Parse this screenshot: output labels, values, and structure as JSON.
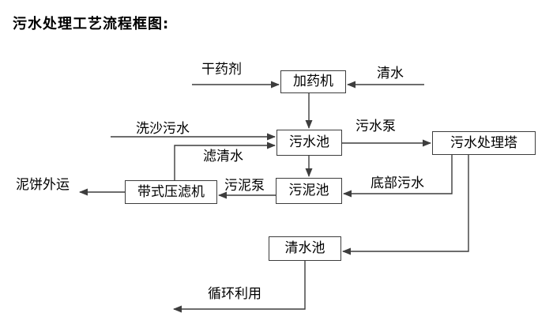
{
  "title": "污水处理工艺流程框图:",
  "diagram": {
    "nodes": {
      "dosing_machine": "加药机",
      "sewage_pool": "污水池",
      "treatment_tower": "污水处理塔",
      "belt_filter_press": "带式压滤机",
      "sludge_pool": "污泥池",
      "clean_water_pool": "清水池"
    },
    "labels": {
      "dry_chemical": "干药剂",
      "clean_water": "清水",
      "sand_washing_sewage": "洗沙污水",
      "sewage_pump": "污水泵",
      "filtered_water": "滤清水",
      "mud_cake_out": "泥饼外运",
      "sludge_pump": "污泥泵",
      "bottom_sewage": "底部污水",
      "recycle": "循环利用"
    },
    "colors": {
      "line": "#3d3d3d",
      "text": "#000000",
      "background": "#ffffff"
    }
  }
}
